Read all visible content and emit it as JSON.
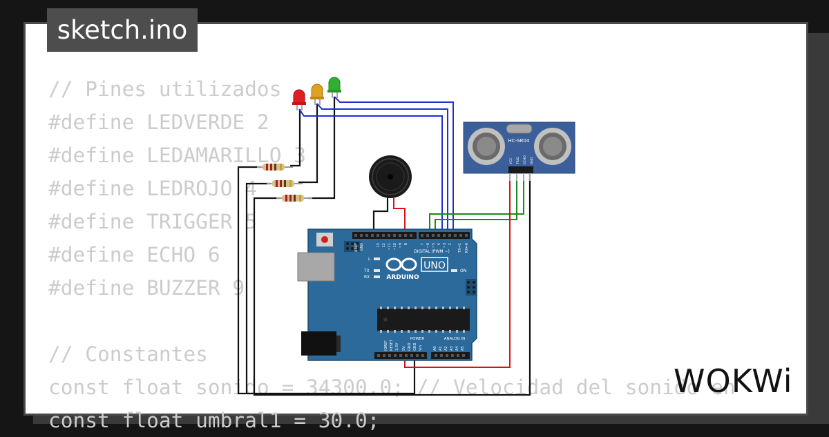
{
  "title": "sketch.ino",
  "code": [
    "// Pines utilizados",
    "#define LEDVERDE 2",
    "#define LEDAMARILLO 3",
    "#define LEDROJO 4",
    "#define TRIGGER 5",
    "#define ECHO 6",
    "#define BUZZER 9",
    "",
    "// Constantes",
    "const float sonido = 34300.0; // Velocidad del sonido en",
    "const float umbral1 = 30.0;"
  ],
  "logo": "WOKWi",
  "board": {
    "brand": "ARDUINO",
    "model": "UNO",
    "digital_label": "DIGITAL (PWM ~)",
    "power_label": "POWER",
    "analog_label": "ANALOG IN",
    "on_label": "ON",
    "l_label": "L",
    "tx_label": "TX",
    "rx_label": "RX",
    "aref": "AREF",
    "gnd": "GND",
    "digital_pins": [
      "13",
      "12",
      "~11",
      "~10",
      "~9",
      "8",
      "7",
      "~6",
      "~5",
      "4",
      "~3",
      "2",
      "TX→1",
      "RX←0"
    ],
    "power_pins": [
      "IOREF",
      "RESET",
      "3.3V",
      "5V",
      "GND",
      "GND",
      "Vin"
    ],
    "analog_pins": [
      "A0",
      "A1",
      "A2",
      "A3",
      "A4",
      "A5"
    ]
  },
  "sensor": {
    "label": "HC-SR04",
    "pins": [
      "VCC",
      "TRIG",
      "ECHO",
      "GND"
    ]
  },
  "colors": {
    "board": "#2b6a9b",
    "wire_blue": "#1f2fd0",
    "wire_green": "#1a8a1a",
    "wire_red": "#e01010",
    "wire_black": "#111111",
    "led_red": "#e02020",
    "led_yellow": "#e0a020",
    "led_green": "#30b030"
  }
}
